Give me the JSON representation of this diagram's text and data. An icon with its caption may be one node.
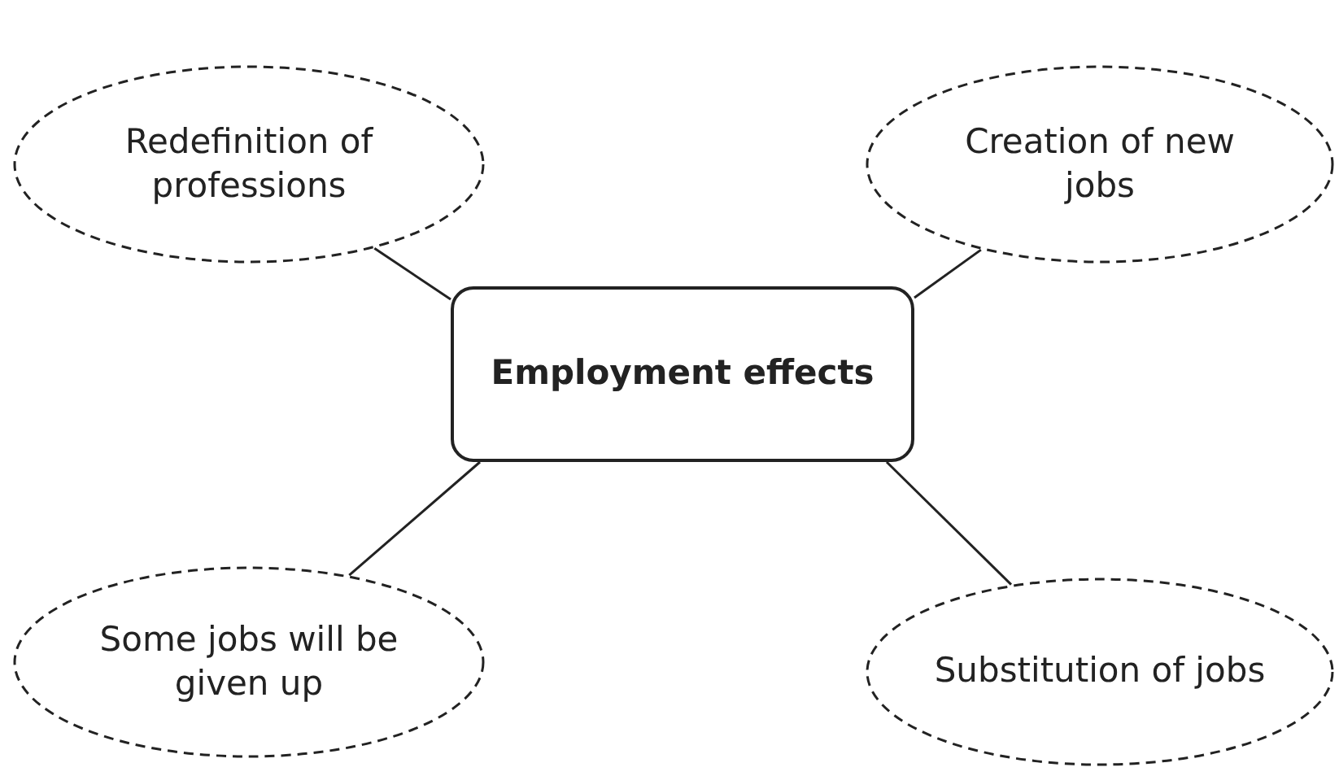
{
  "diagram": {
    "nodes": [
      {
        "text": [
          "Redefinition of professions"
        ]
      },
      {
        "text": [
          "Creation of new jobs"
        ]
      },
      {
        "text": [
          "Employment effects"
        ]
      },
      {
        "text": [
          "Some jobs will be given up"
        ]
      },
      {
        "text": [
          "Substitution of jobs"
        ]
      }
    ],
    "edges": [
      {
        "from": 2,
        "to": 0,
        "arrow": "none"
      },
      {
        "from": 2,
        "to": 1,
        "arrow": "none"
      },
      {
        "from": 2,
        "to": 3,
        "arrow": "none"
      },
      {
        "from": 2,
        "to": 4,
        "arrow": "none"
      }
    ]
  }
}
